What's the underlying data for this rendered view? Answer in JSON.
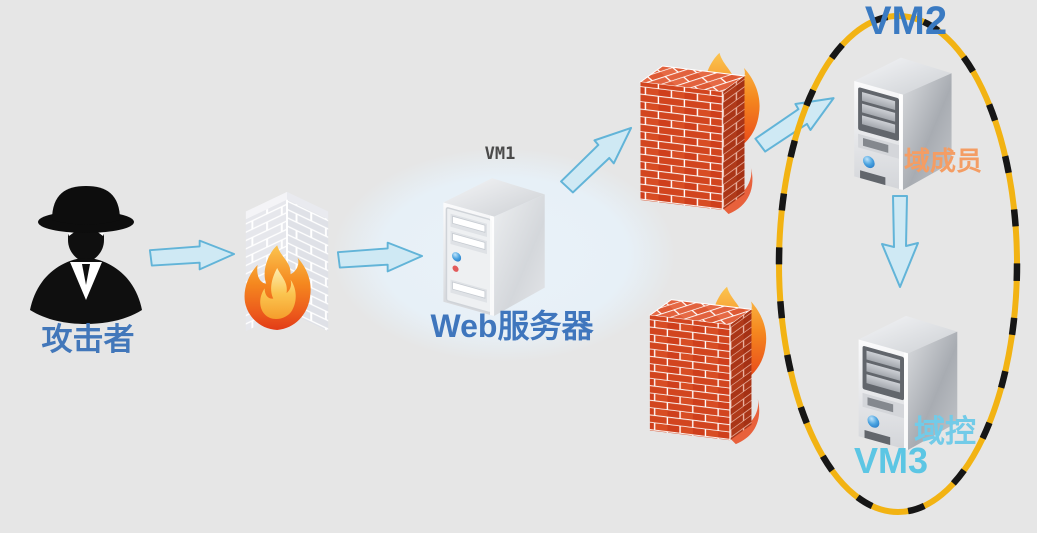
{
  "scene": {
    "description": "Network penetration attack-path diagram: attacker passes firewall to web server, then through inner firewall into a quarantined domain zone",
    "background_color": "#e6e6e6"
  },
  "nodes": {
    "attacker": {
      "label": "攻击者",
      "label_color": "#4277ba",
      "icon": "spy-attacker-icon"
    },
    "perimeter_firewall": {
      "icon": "gray-brick-firewall-fire-icon"
    },
    "web_server": {
      "vm_tag": "VM1",
      "label": "Web服务器",
      "vm_tag_color": "#4a4a4a",
      "label_color": "#3f76bd",
      "icon": "server-tower-icon"
    },
    "inner_firewall_upper": {
      "icon": "red-brick-firewall-fire-icon"
    },
    "inner_firewall_lower": {
      "icon": "red-brick-firewall-fire-icon"
    },
    "vm2": {
      "vm_tag": "VM2",
      "label": "域成员",
      "vm_tag_color": "#3a7ac2",
      "label_color": "#f49d64",
      "icon": "server-tower-icon"
    },
    "vm3": {
      "vm_tag": "VM3",
      "label": "域控",
      "vm_tag_color": "#5cc6e4",
      "label_color": "#72cbe8",
      "icon": "server-tower-icon"
    }
  },
  "connections": [
    {
      "from": "attacker",
      "to": "perimeter_firewall",
      "style": "block-arrow",
      "direction": "right"
    },
    {
      "from": "perimeter_firewall",
      "to": "web_server",
      "style": "block-arrow",
      "direction": "right"
    },
    {
      "from": "web_server",
      "to": "inner_firewall_upper",
      "style": "block-arrow",
      "direction": "up-right"
    },
    {
      "from": "inner_firewall_upper",
      "to": "vm2",
      "style": "block-arrow",
      "direction": "up-right"
    },
    {
      "from": "vm2",
      "to": "vm3",
      "style": "block-arrow",
      "direction": "down"
    }
  ],
  "security_boundary": {
    "shape": "dashed-ellipse",
    "stripe_colors": [
      "#f2b313",
      "#161616"
    ],
    "contains": [
      "vm2",
      "vm3"
    ]
  },
  "colors": {
    "arrow_fill": "#cfe9f4",
    "arrow_stroke": "#62b4d8",
    "dmz_zone_fill": "#e8f1f7",
    "brick_red": "#d2451f",
    "brick_gray": "#e6e7ec",
    "flame_orange": "#f5881f"
  }
}
